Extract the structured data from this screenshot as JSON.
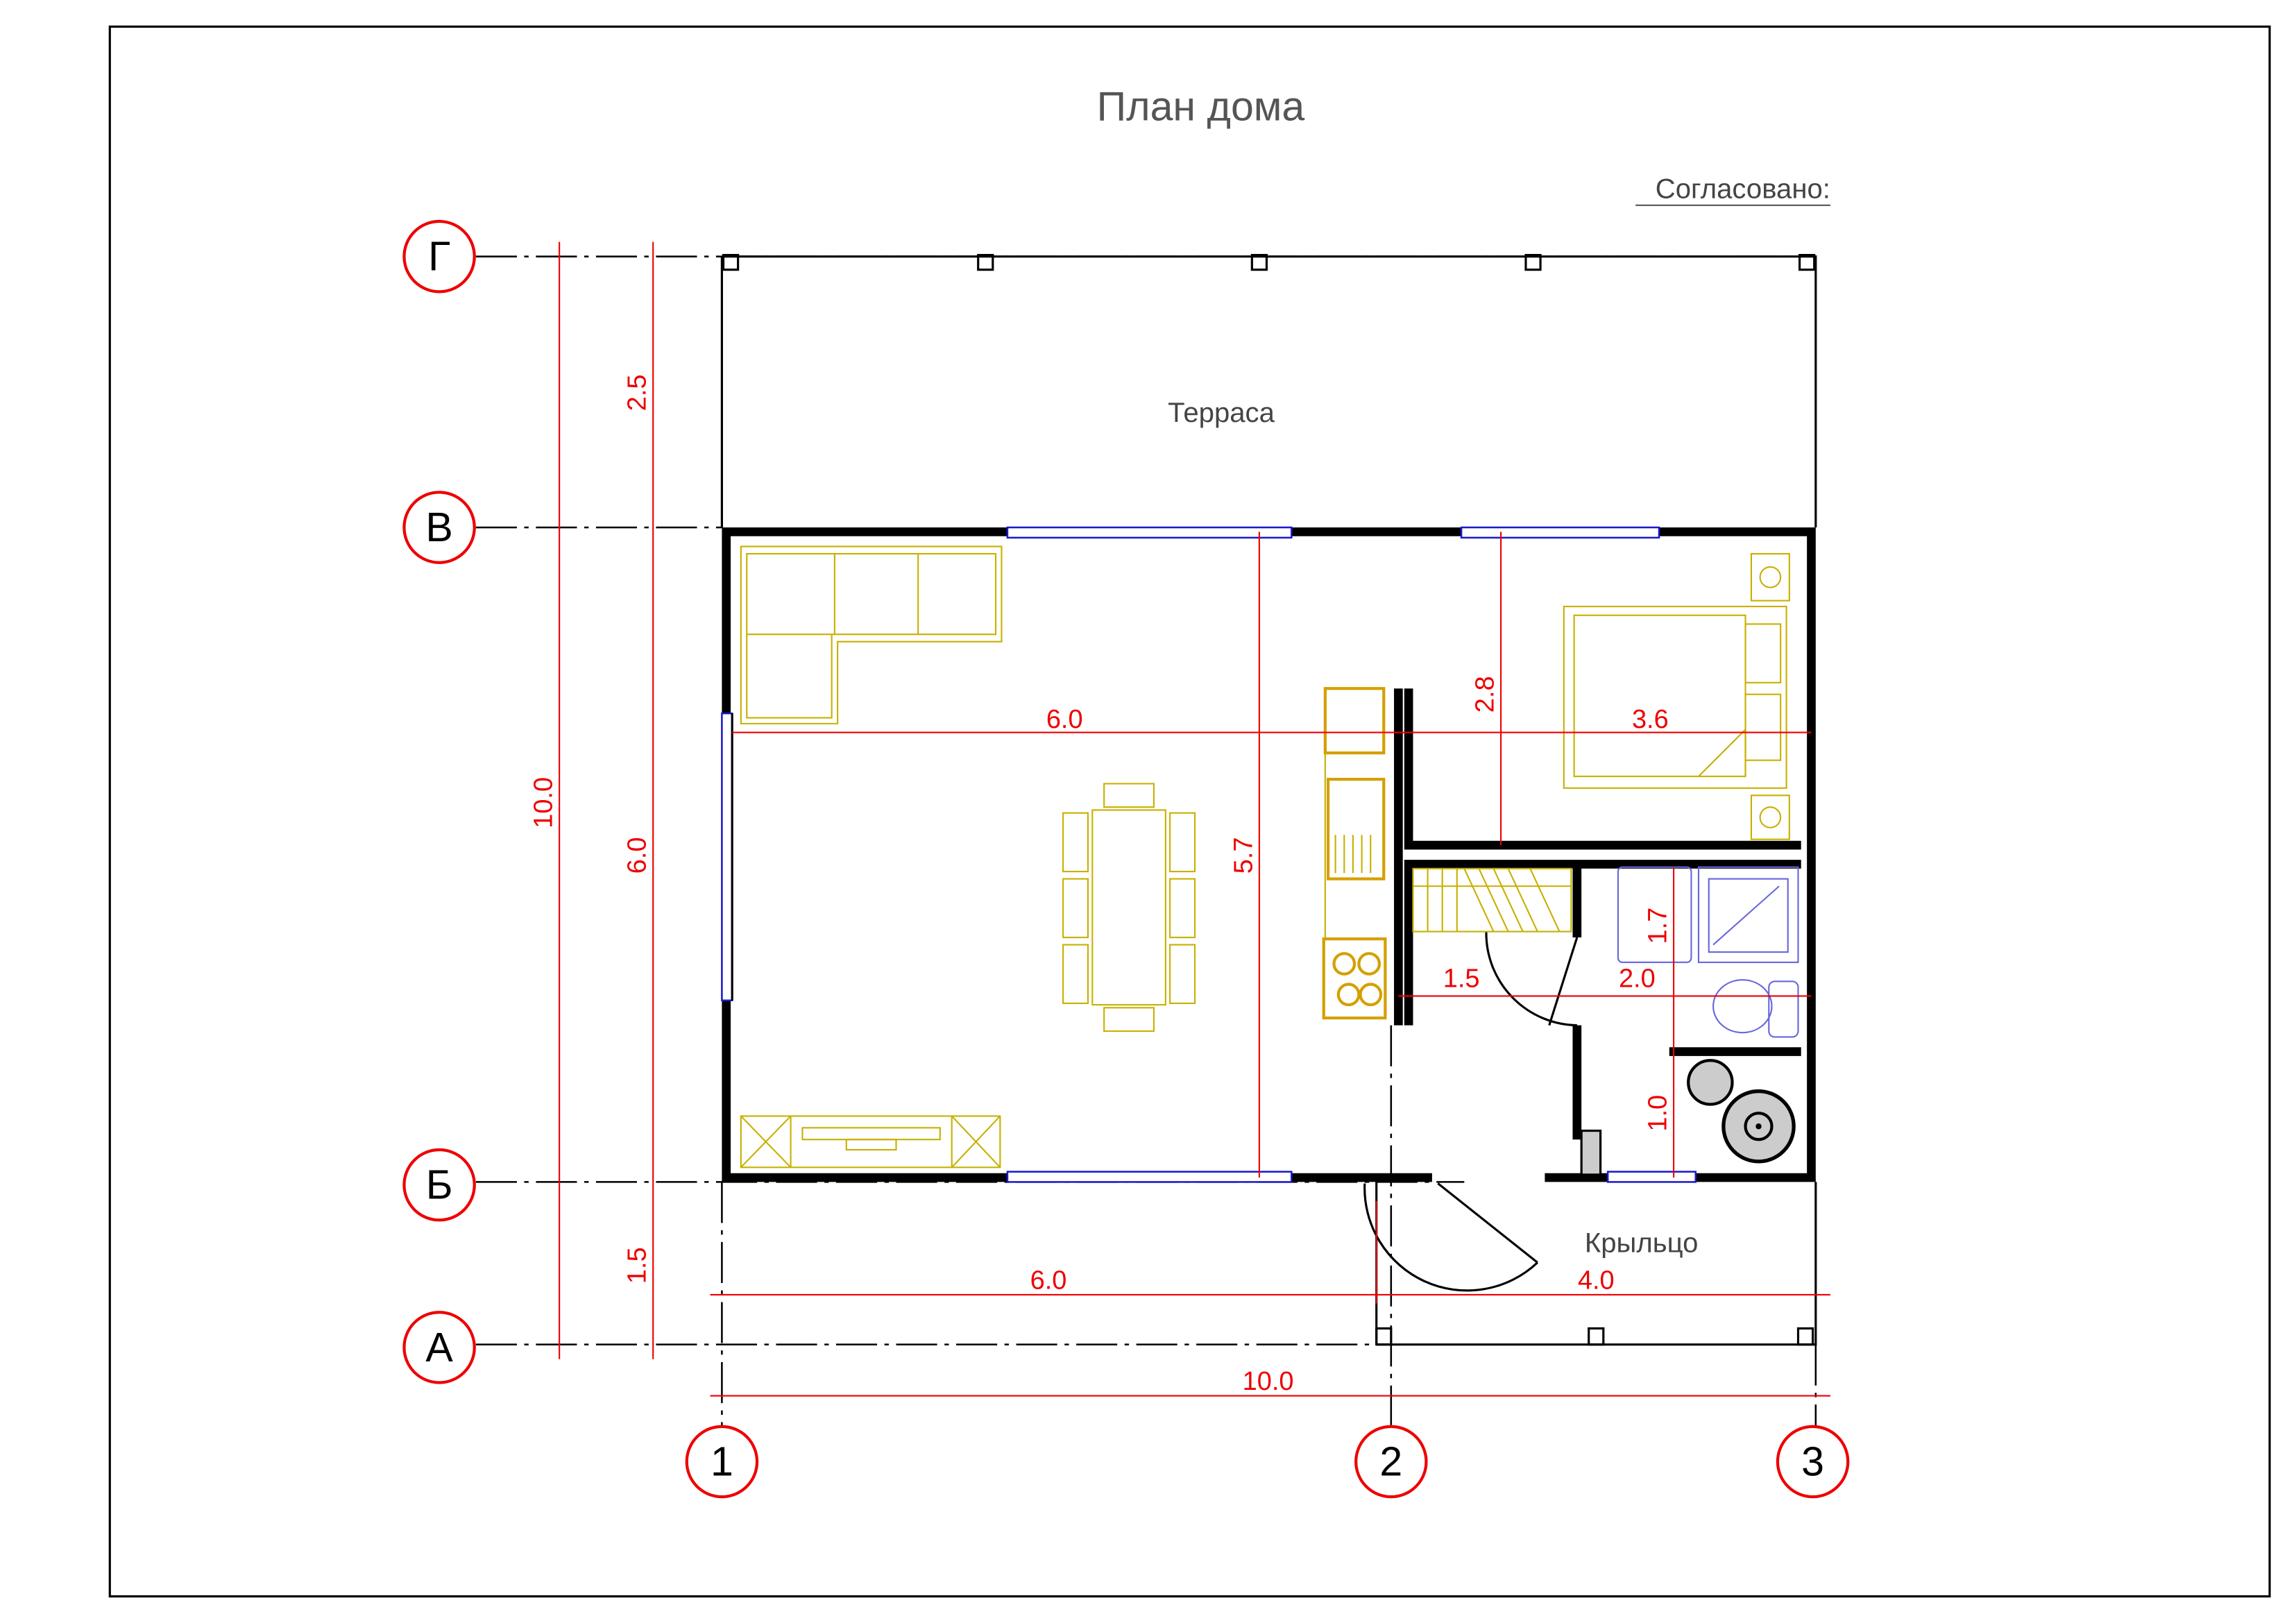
{
  "title": "План дома",
  "approved_label": "Согласовано:",
  "rooms": {
    "terrace": "Терраса",
    "porch": "Крыльцо"
  },
  "axes": {
    "rows": [
      "Г",
      "В",
      "Б",
      "А"
    ],
    "columns": [
      "1",
      "2",
      "3"
    ]
  },
  "dimensions": {
    "left_total": "10.0",
    "left_terrace": "2.5",
    "left_house": "6.0",
    "left_porch": "1.5",
    "living_width": "6.0",
    "bedroom_width": "3.6",
    "bedroom_depth": "2.8",
    "living_depth": "5.7",
    "hall_width": "1.5",
    "bath_width": "2.0",
    "bath_depth": "1.7",
    "boiler_depth": "1.0",
    "bottom_left": "6.0",
    "bottom_right": "4.0",
    "bottom_total": "10.0"
  },
  "colors": {
    "dimension": "#e00000",
    "window": "#1a1acc",
    "furniture": "#c8b000",
    "plumbing": "#6666dd"
  }
}
